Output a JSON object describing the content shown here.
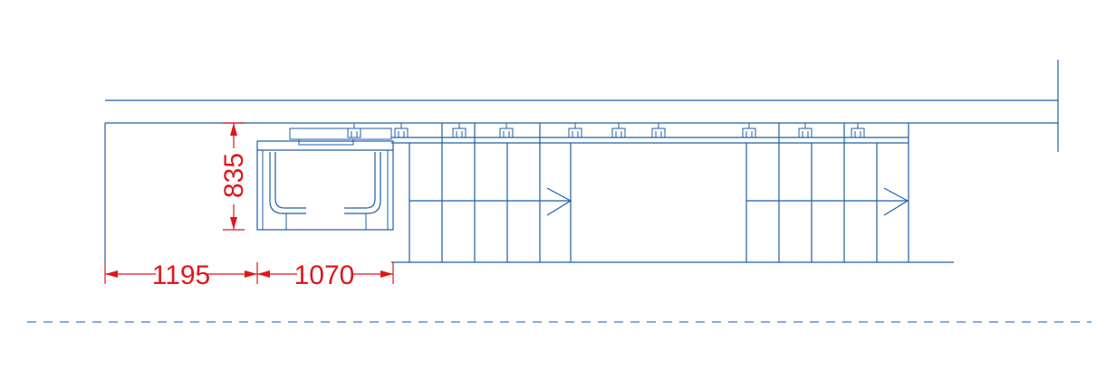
{
  "dimensions": {
    "bottom_left": "1195",
    "bottom_right": "1070",
    "vertical": "835"
  },
  "colors": {
    "structure": "#1f5fa8",
    "dimension": "#e0161b",
    "centerline": "#2d7fd3"
  }
}
